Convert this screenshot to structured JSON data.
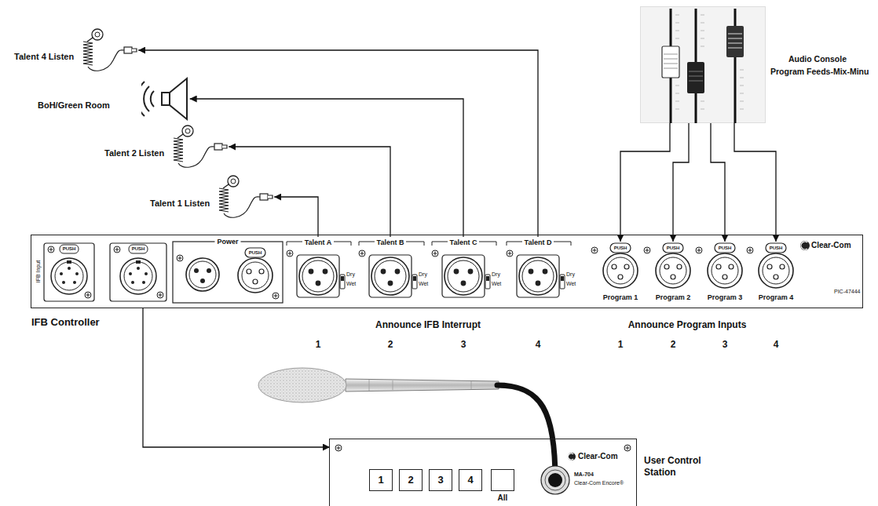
{
  "diagram": {
    "nodes": [
      {
        "text": [
          "Talent 4 Listen"
        ]
      },
      {
        "text": [
          "BoH/Green Room"
        ]
      },
      {
        "text": [
          "Talent 2 Listen"
        ]
      },
      {
        "text": [
          "Talent 1 Listen"
        ]
      },
      {
        "text": [
          "Audio Console",
          "Program Feeds-Mix-Minu"
        ]
      },
      {
        "text": [
          "IFB Controller"
        ]
      },
      {
        "text": [
          "Talent A"
        ],
        "in": 5
      },
      {
        "text": [
          "Talent B"
        ],
        "in": 5
      },
      {
        "text": [
          "Talent C"
        ],
        "in": 5
      },
      {
        "text": [
          "Talent D"
        ],
        "in": 5
      },
      {
        "text": [
          "Program 1"
        ],
        "in": 5
      },
      {
        "text": [
          "Program 2"
        ],
        "in": 5
      },
      {
        "text": [
          "Program 3"
        ],
        "in": 5
      },
      {
        "text": [
          "Program 4"
        ],
        "in": 5
      },
      {
        "text": [
          "User Control Station"
        ]
      },
      {
        "text": [
          "1"
        ],
        "in": 14
      },
      {
        "text": [
          "2"
        ],
        "in": 14
      },
      {
        "text": [
          "3"
        ],
        "in": 14
      },
      {
        "text": [
          "4"
        ],
        "in": 14
      },
      {
        "text": [
          "All"
        ],
        "in": 14
      }
    ],
    "edges": [
      {
        "from": 6,
        "to": 3,
        "arrow": "to"
      },
      {
        "from": 7,
        "to": 2,
        "arrow": "to"
      },
      {
        "from": 8,
        "to": 1,
        "arrow": "to"
      },
      {
        "from": 9,
        "to": 0,
        "arrow": "to"
      },
      {
        "from": 4,
        "to": 10,
        "arrow": "to"
      },
      {
        "from": 4,
        "to": 11,
        "arrow": "to"
      },
      {
        "from": 4,
        "to": 12,
        "arrow": "to"
      },
      {
        "from": 4,
        "to": 13,
        "arrow": "to"
      },
      {
        "from": 5,
        "to": 14,
        "arrow": "to"
      }
    ],
    "labels": [
      "IFB Input",
      "PUSH",
      "PUSH",
      "Power",
      "PUSH",
      "Dry",
      "Wet",
      "Dry",
      "Wet",
      "Dry",
      "Wet",
      "Dry",
      "Wet",
      "PUSH",
      "PUSH",
      "PUSH",
      "PUSH",
      "Clear-Com",
      "PIC-47444",
      "Announce IFB Interrupt",
      "1",
      "2",
      "3",
      "4",
      "Announce Program Inputs",
      "1",
      "2",
      "3",
      "4",
      "Clear-Com",
      "MA-704",
      "Clear-Com Encore®"
    ]
  }
}
